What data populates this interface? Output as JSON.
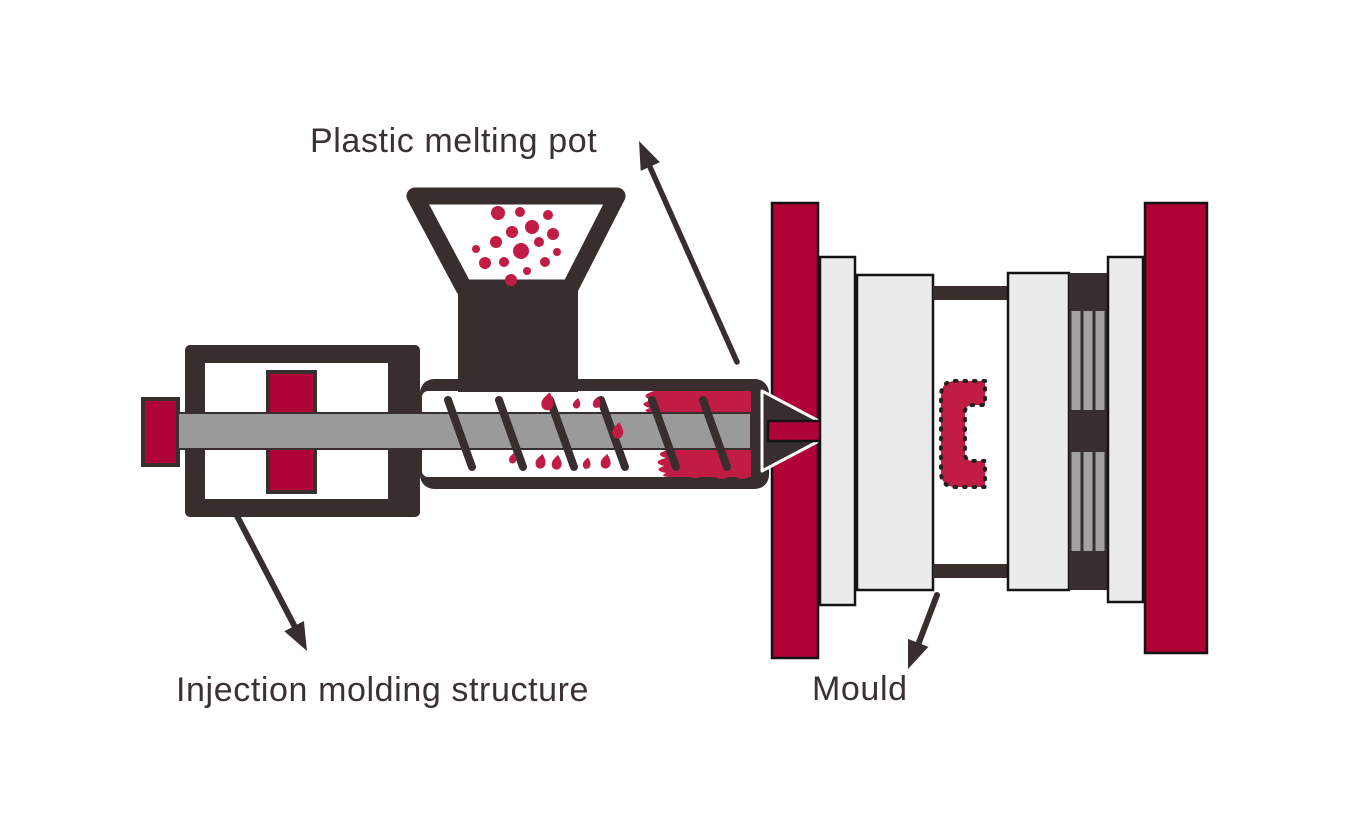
{
  "labels": {
    "melting_pot": "Plastic melting pot",
    "injection_structure": "Injection molding structure",
    "mould": "Mould"
  },
  "colors": {
    "dark": "#372e2d",
    "crimson": "#b00338",
    "crimson-bright": "#c01c45",
    "shaft-gray": "#9a9a9a",
    "pin-gray": "#a2a2a2",
    "plate-gray": "#ebebeb",
    "outline": "#141414",
    "background": "#ffffff",
    "text": "#3a3132"
  }
}
